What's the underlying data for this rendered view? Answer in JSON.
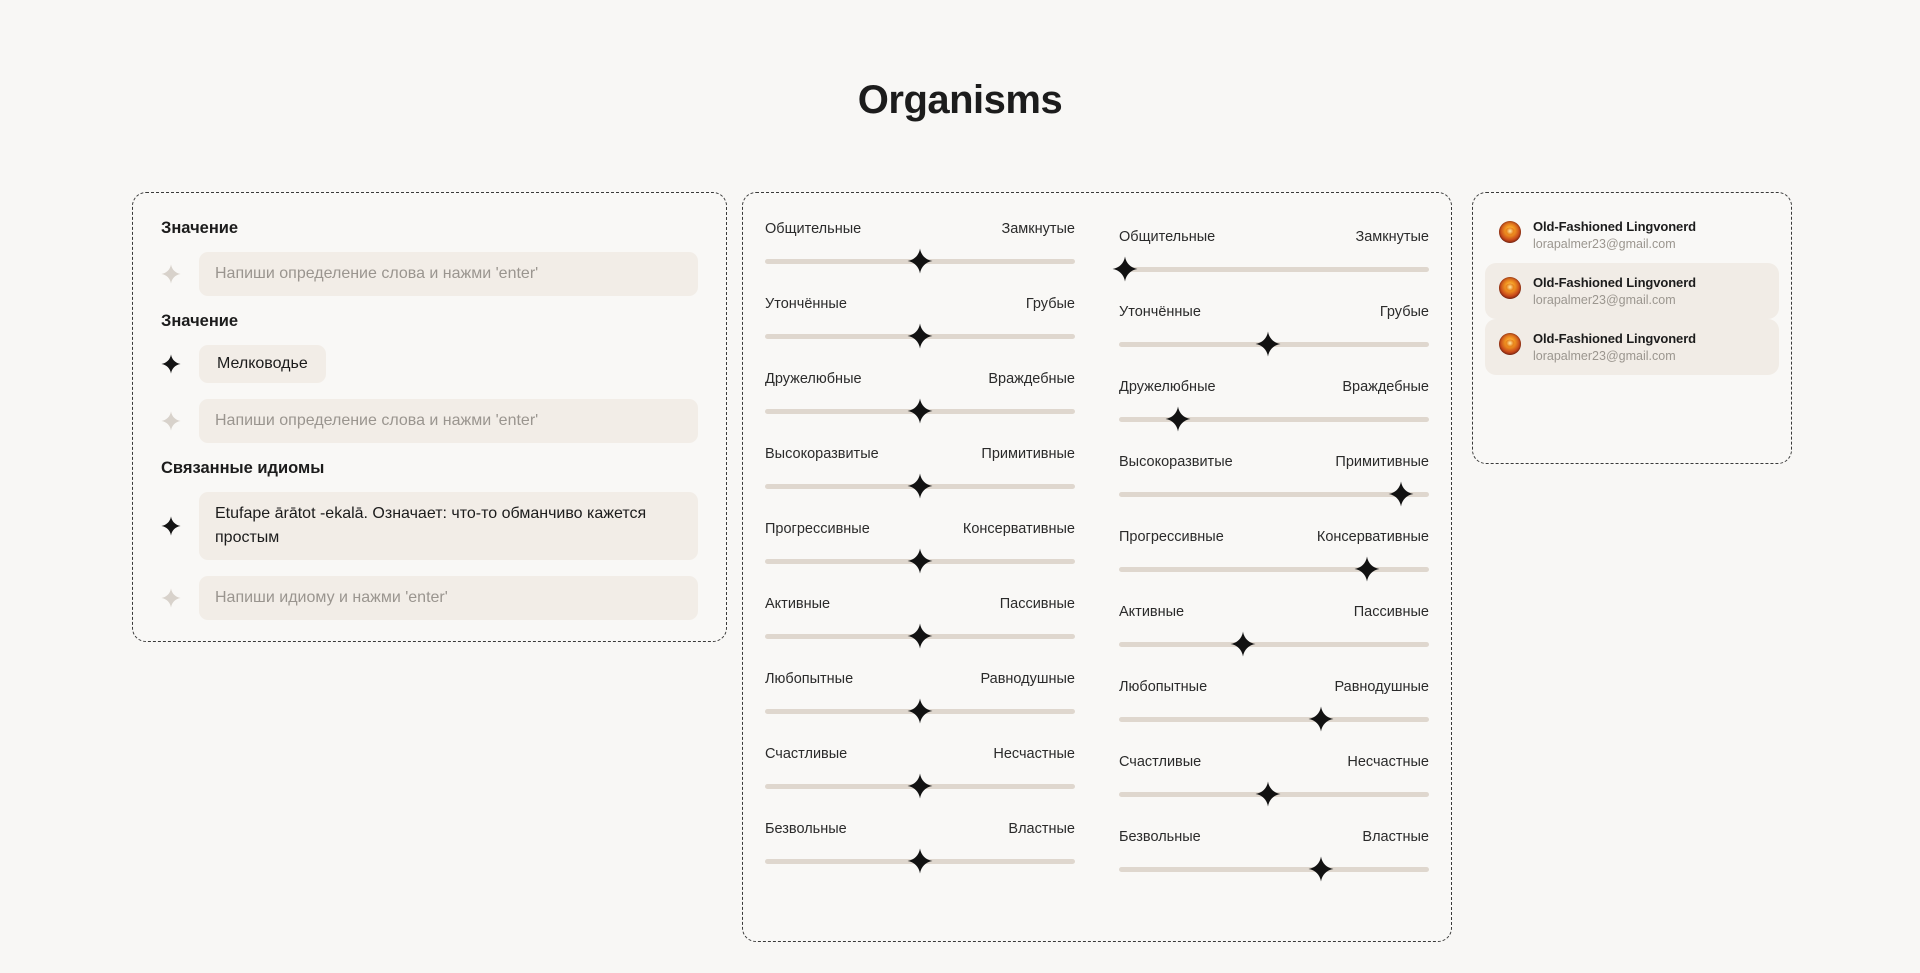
{
  "header": {
    "title": "Organisms"
  },
  "word_panel": {
    "groups": [
      {
        "label": "Значение",
        "entries": [
          {
            "kind": "placeholder",
            "text": "Напиши определение слова и нажми 'enter'"
          }
        ]
      },
      {
        "label": "Значение",
        "entries": [
          {
            "kind": "chip",
            "text": "Мелководье"
          },
          {
            "kind": "placeholder",
            "text": "Напиши определение слова и нажми 'enter'"
          }
        ]
      },
      {
        "label": "Связанные идиомы",
        "entries": [
          {
            "kind": "filled",
            "text": "Etufape ārātot -ekalā. Означает: что-то обманчиво кажется простым"
          },
          {
            "kind": "placeholder",
            "text": "Напиши идиому и нажми 'enter'"
          }
        ]
      }
    ]
  },
  "sliders": {
    "columns": [
      {
        "name": "default-column",
        "items": [
          {
            "left": "Общительные",
            "right": "Замкнутые",
            "value": 50
          },
          {
            "left": "Утончённые",
            "right": "Грубые",
            "value": 50
          },
          {
            "left": "Дружелюбные",
            "right": "Враждебные",
            "value": 50
          },
          {
            "left": "Высокоразвитые",
            "right": "Примитивные",
            "value": 50
          },
          {
            "left": "Прогрессивные",
            "right": "Консервативные",
            "value": 50
          },
          {
            "left": "Активные",
            "right": "Пассивные",
            "value": 50
          },
          {
            "left": "Любопытные",
            "right": "Равнодушные",
            "value": 50
          },
          {
            "left": "Счастливые",
            "right": "Несчастные",
            "value": 50
          },
          {
            "left": "Безвольные",
            "right": "Властные",
            "value": 50
          }
        ]
      },
      {
        "name": "filled-column",
        "items": [
          {
            "left": "Общительные",
            "right": "Замкнутые",
            "value": 2
          },
          {
            "left": "Утончённые",
            "right": "Грубые",
            "value": 48
          },
          {
            "left": "Дружелюбные",
            "right": "Враждебные",
            "value": 19
          },
          {
            "left": "Высокоразвитые",
            "right": "Примитивные",
            "value": 91
          },
          {
            "left": "Прогрессивные",
            "right": "Консервативные",
            "value": 80
          },
          {
            "left": "Активные",
            "right": "Пассивные",
            "value": 40
          },
          {
            "left": "Любопытные",
            "right": "Равнодушные",
            "value": 65
          },
          {
            "left": "Счастливые",
            "right": "Несчастные",
            "value": 48
          },
          {
            "left": "Безвольные",
            "right": "Властные",
            "value": 65
          }
        ]
      }
    ]
  },
  "users": {
    "rows": [
      {
        "name": "Old-Fashioned Lingvonerd",
        "email": "lorapalmer23@gmail.com",
        "selected": false
      },
      {
        "name": "Old-Fashioned Lingvonerd",
        "email": "lorapalmer23@gmail.com",
        "selected": true
      },
      {
        "name": "Old-Fashioned Lingvonerd",
        "email": "lorapalmer23@gmail.com",
        "selected": true
      }
    ]
  },
  "colors": {
    "page_background": "#F8F7F5",
    "panel_background": "#F9F8F6",
    "field_background": "#F2EDE7",
    "track": "#DFD7CE",
    "thumb": "#121212",
    "text_primary": "#1C1C1C",
    "text_muted": "#9A958F",
    "panel_border": "#3A3A3A"
  },
  "icons": {
    "sparkle": "sparkle-icon",
    "avatar": "lion-avatar-icon"
  }
}
